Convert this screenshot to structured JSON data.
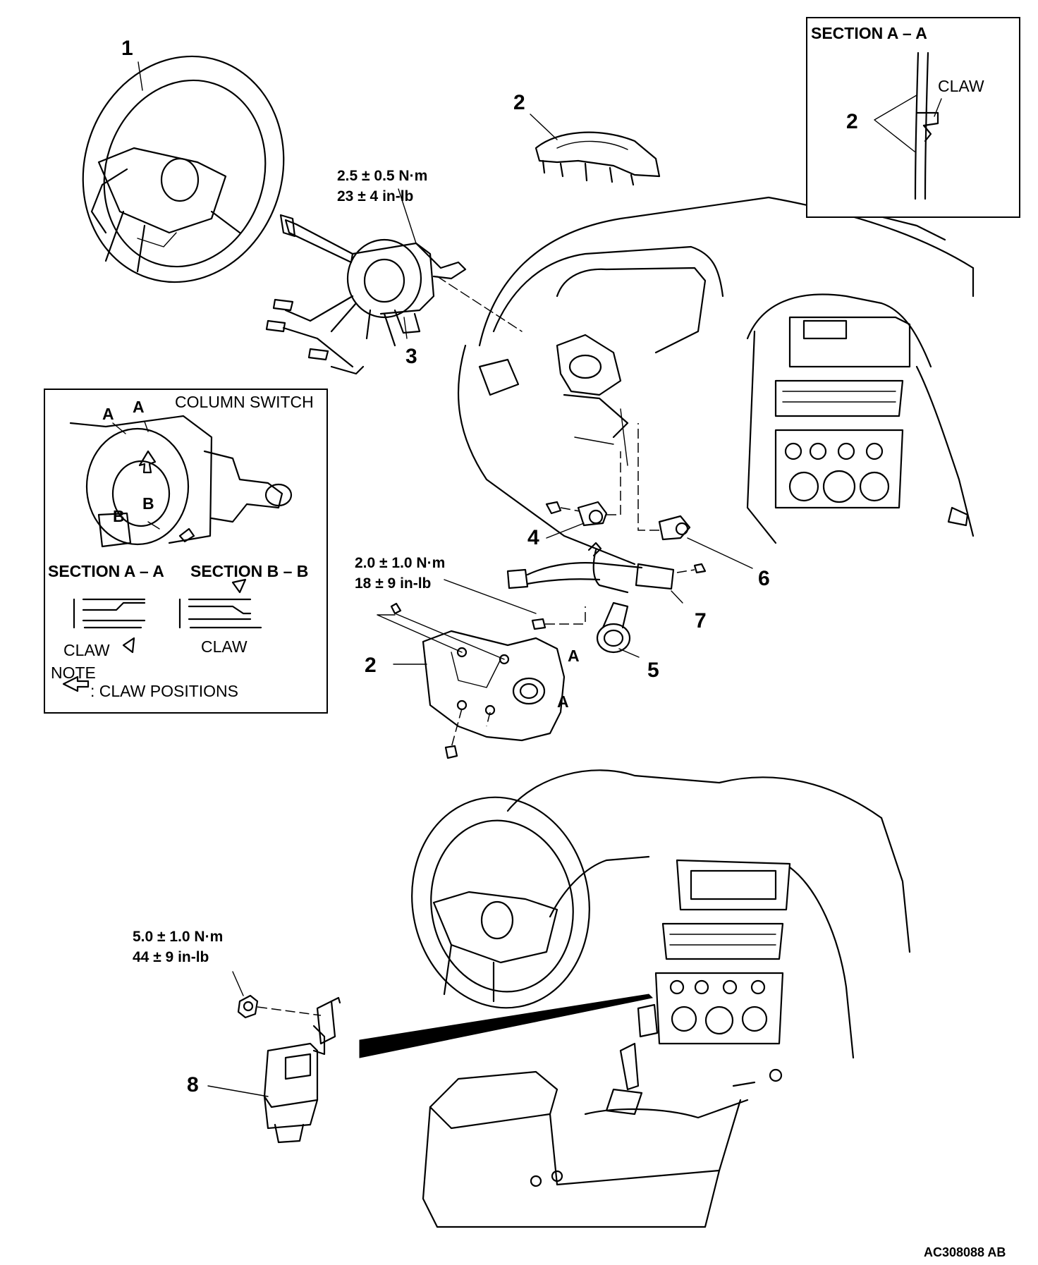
{
  "callouts": {
    "c1": "1",
    "c2_top": "2",
    "c3": "3",
    "c4": "4",
    "c5": "5",
    "c6": "6",
    "c7": "7",
    "c2_mid": "2",
    "c8": "8"
  },
  "torques": {
    "column_switch": {
      "nm": "2.5 ± 0.5 N·m",
      "inlb": "23 ± 4 in-lb"
    },
    "steering_lock": {
      "nm": "2.0 ± 1.0 N·m",
      "inlb": "18 ± 9 in-lb"
    },
    "module": {
      "nm": "5.0 ± 1.0 N·m",
      "inlb": "44 ± 9 in-lb"
    }
  },
  "section_top_right": {
    "title": "SECTION A – A",
    "claw": "CLAW",
    "callout": "2"
  },
  "inset_left": {
    "column_switch": "COLUMN SWITCH",
    "markers": {
      "a1": "A",
      "a2": "A",
      "b1": "B",
      "b2": "B"
    },
    "section_aa": "SECTION A – A",
    "section_bb": "SECTION B – B",
    "claw_1": "CLAW",
    "claw_2": "CLAW",
    "note": "NOTE",
    "note_text": ": CLAW POSITIONS"
  },
  "section_markers": {
    "m1": "A",
    "m2": "A"
  },
  "doc_id": "AC308088 AB"
}
